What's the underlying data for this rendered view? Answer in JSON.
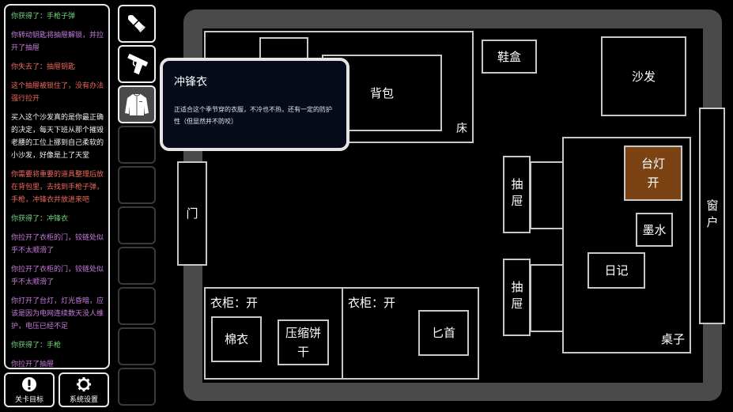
{
  "log": {
    "messages": [
      {
        "text": "你获得了：手枪子弹",
        "color": "green"
      },
      {
        "text": "你转动钥匙将抽屉解锁，并拉开了抽屉",
        "color": "purple"
      },
      {
        "text": "你失去了：抽屉钥匙",
        "color": "red"
      },
      {
        "text": "这个抽屉被锁住了，没有办法强行拉开",
        "color": "red"
      },
      {
        "text": "买入这个沙发真的是你最正确的决定，每天下班从那个摧毁老腰的工位上挪到自己柔软的小沙发，好像是上了天堂",
        "color": "white"
      },
      {
        "text": "你需要将重要的道具整理后放在背包里，去找到手枪子弹，手枪，冲锋衣并放进来吧",
        "color": "red"
      },
      {
        "text": "你获得了：冲锋衣",
        "color": "green"
      },
      {
        "text": "你拉开了衣柜的门，铰链处似乎不太顺滑了",
        "color": "purple"
      },
      {
        "text": "你拉开了衣柜的门，铰链处似乎不太顺滑了",
        "color": "purple"
      },
      {
        "text": "你打开了台灯，灯光昏暗，应该是因为电网连续数天没人维护，电压已经不足",
        "color": "purple"
      },
      {
        "text": "你获得了：手枪",
        "color": "green"
      },
      {
        "text": "你拉开了抽屉",
        "color": "purple"
      }
    ]
  },
  "buttons": {
    "objectives": {
      "label": "关卡目标",
      "icon": "exclamation-icon"
    },
    "settings": {
      "label": "系统设置",
      "icon": "gear-icon"
    }
  },
  "inventory": {
    "slots": [
      {
        "item": "手枪子弹",
        "icon": "bullet-icon",
        "state": "filled"
      },
      {
        "item": "手枪",
        "icon": "pistol-icon",
        "state": "filled"
      },
      {
        "item": "冲锋衣",
        "icon": "jacket-icon",
        "state": "selected"
      },
      {
        "item": "",
        "state": "empty"
      },
      {
        "item": "",
        "state": "empty"
      },
      {
        "item": "",
        "state": "empty"
      },
      {
        "item": "",
        "state": "empty"
      },
      {
        "item": "",
        "state": "empty"
      },
      {
        "item": "",
        "state": "empty"
      },
      {
        "item": "",
        "state": "empty"
      }
    ]
  },
  "tooltip": {
    "title": "冲锋衣",
    "description": "正适合这个季节穿的衣服，不冷也不热，还有一定的防护性（但显然并不防咬）"
  },
  "room": {
    "bed": "床",
    "backpack": "背包",
    "shoebox": "鞋盒",
    "sofa": "沙发",
    "door": "门",
    "window": "窗户",
    "desk": "桌子",
    "drawer_top": "抽屉",
    "drawer_bottom": "抽屉",
    "lamp": {
      "name": "台灯",
      "state": "开",
      "color": "#7b4314"
    },
    "ink": "墨水",
    "diary": "日记",
    "wardrobe_left": {
      "title": "衣柜：开",
      "items": [
        "棉衣",
        "压缩饼干"
      ]
    },
    "wardrobe_right": {
      "title": "衣柜：开",
      "items": [
        "匕首"
      ]
    }
  },
  "colors": {
    "log_green": "#6fd67a",
    "log_purple": "#c87ce0",
    "log_red": "#f06a5c",
    "wall": "#4a4a4a",
    "tooltip_bg": "#050b18"
  }
}
